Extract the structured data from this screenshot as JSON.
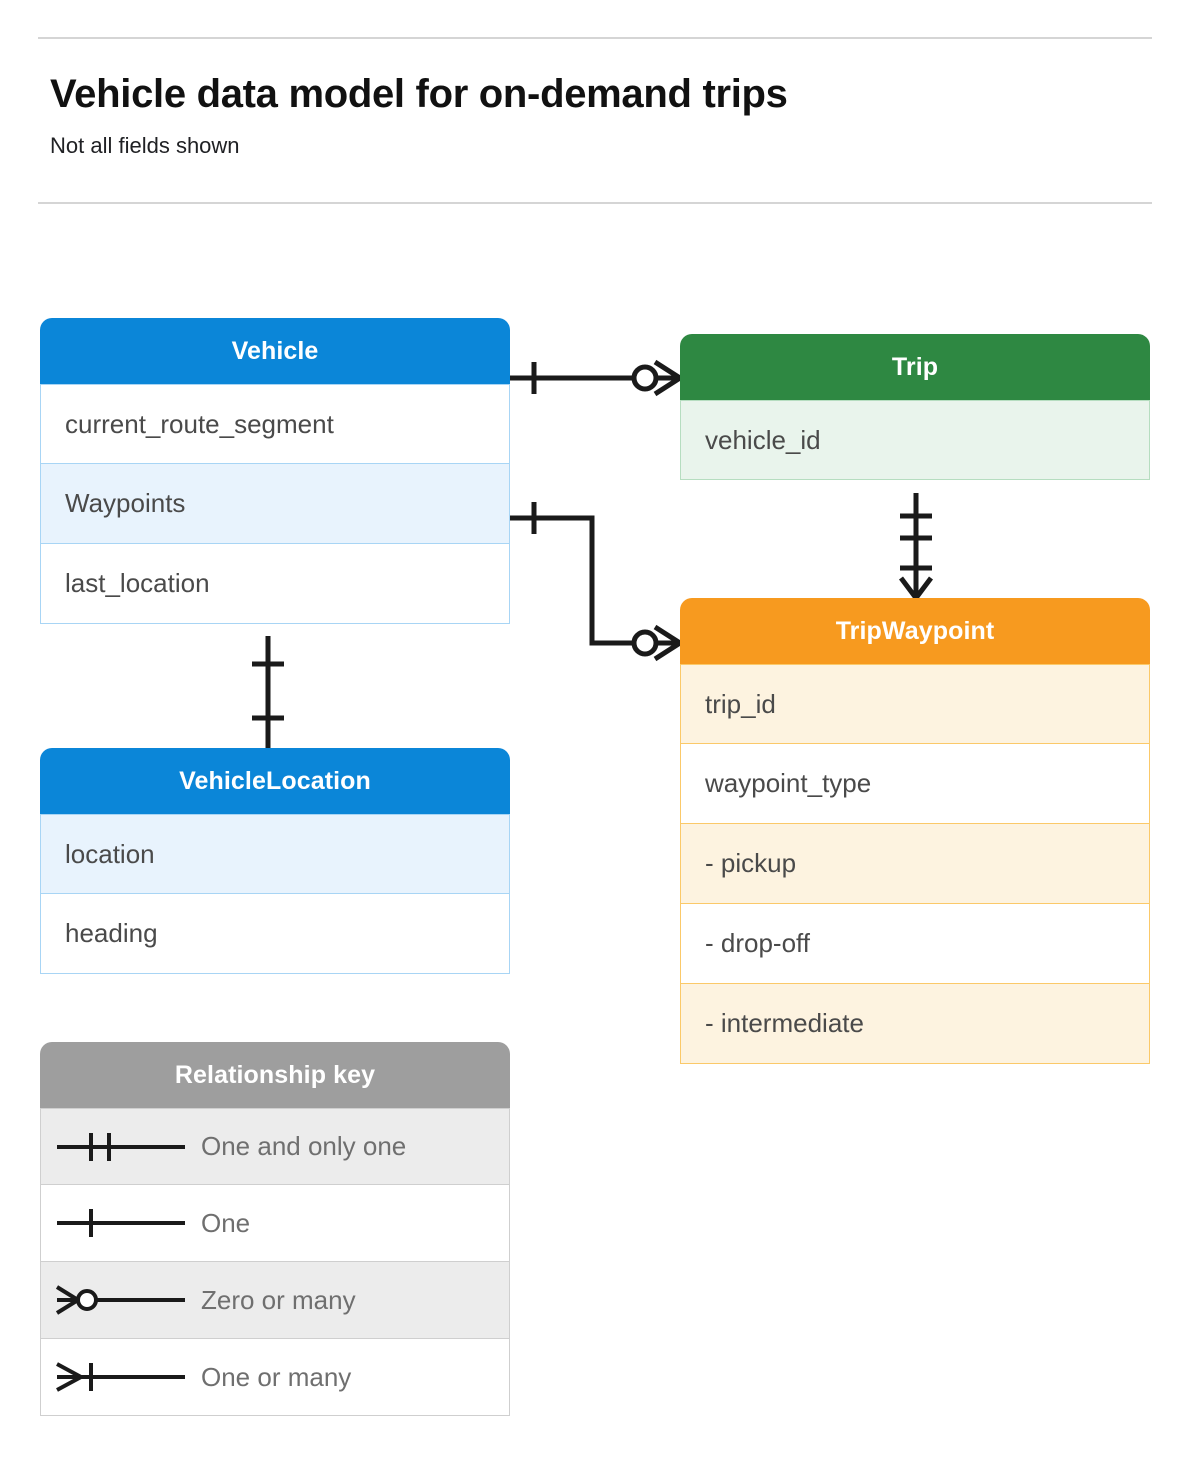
{
  "header": {
    "title": "Vehicle data model for on-demand trips",
    "subtitle": "Not all fields shown"
  },
  "colors": {
    "vehicle": "#0b86d8",
    "trip": "#2e8842",
    "tripwaypoint": "#f79a1f",
    "legend": "#9e9e9e",
    "connector": "#1a1a1a",
    "row_text": "#4a4a4a",
    "legend_text": "#6f6f6f",
    "rule": "#d5d5d5"
  },
  "entities": {
    "vehicle": {
      "title": "Vehicle",
      "fields": [
        "current_route_segment",
        "Waypoints",
        "last_location"
      ]
    },
    "trip": {
      "title": "Trip",
      "fields": [
        "vehicle_id"
      ]
    },
    "tripwaypoint": {
      "title": "TripWaypoint",
      "fields": [
        "trip_id",
        "waypoint_type",
        " -  pickup",
        " -  drop-off",
        " -  intermediate"
      ]
    },
    "vehiclelocation": {
      "title": "VehicleLocation",
      "fields": [
        "location",
        "heading"
      ]
    }
  },
  "legend": {
    "title": "Relationship key",
    "rows": [
      {
        "symbol": "one-and-only-one-symbol",
        "label": "One and only one"
      },
      {
        "symbol": "one-symbol",
        "label": "One"
      },
      {
        "symbol": "zero-or-many-symbol",
        "label": "Zero or many"
      },
      {
        "symbol": "one-or-many-symbol",
        "label": "One or many"
      }
    ]
  },
  "relationships": [
    {
      "name": "vehicle-to-trip",
      "from": "Vehicle",
      "to": "Trip",
      "from_cardinality": "One",
      "to_cardinality": "Zero or many"
    },
    {
      "name": "vehicle-waypoints-to-tripwaypoint",
      "from": "Vehicle.Waypoints",
      "to": "TripWaypoint",
      "from_cardinality": "One",
      "to_cardinality": "Zero or many"
    },
    {
      "name": "trip-to-tripwaypoint",
      "from": "Trip",
      "to": "TripWaypoint",
      "from_cardinality": "One and only one",
      "to_cardinality": "One or many"
    },
    {
      "name": "vehicle-to-vehiclelocation",
      "from": "Vehicle",
      "to": "VehicleLocation",
      "from_cardinality": "One",
      "to_cardinality": "One"
    }
  ]
}
